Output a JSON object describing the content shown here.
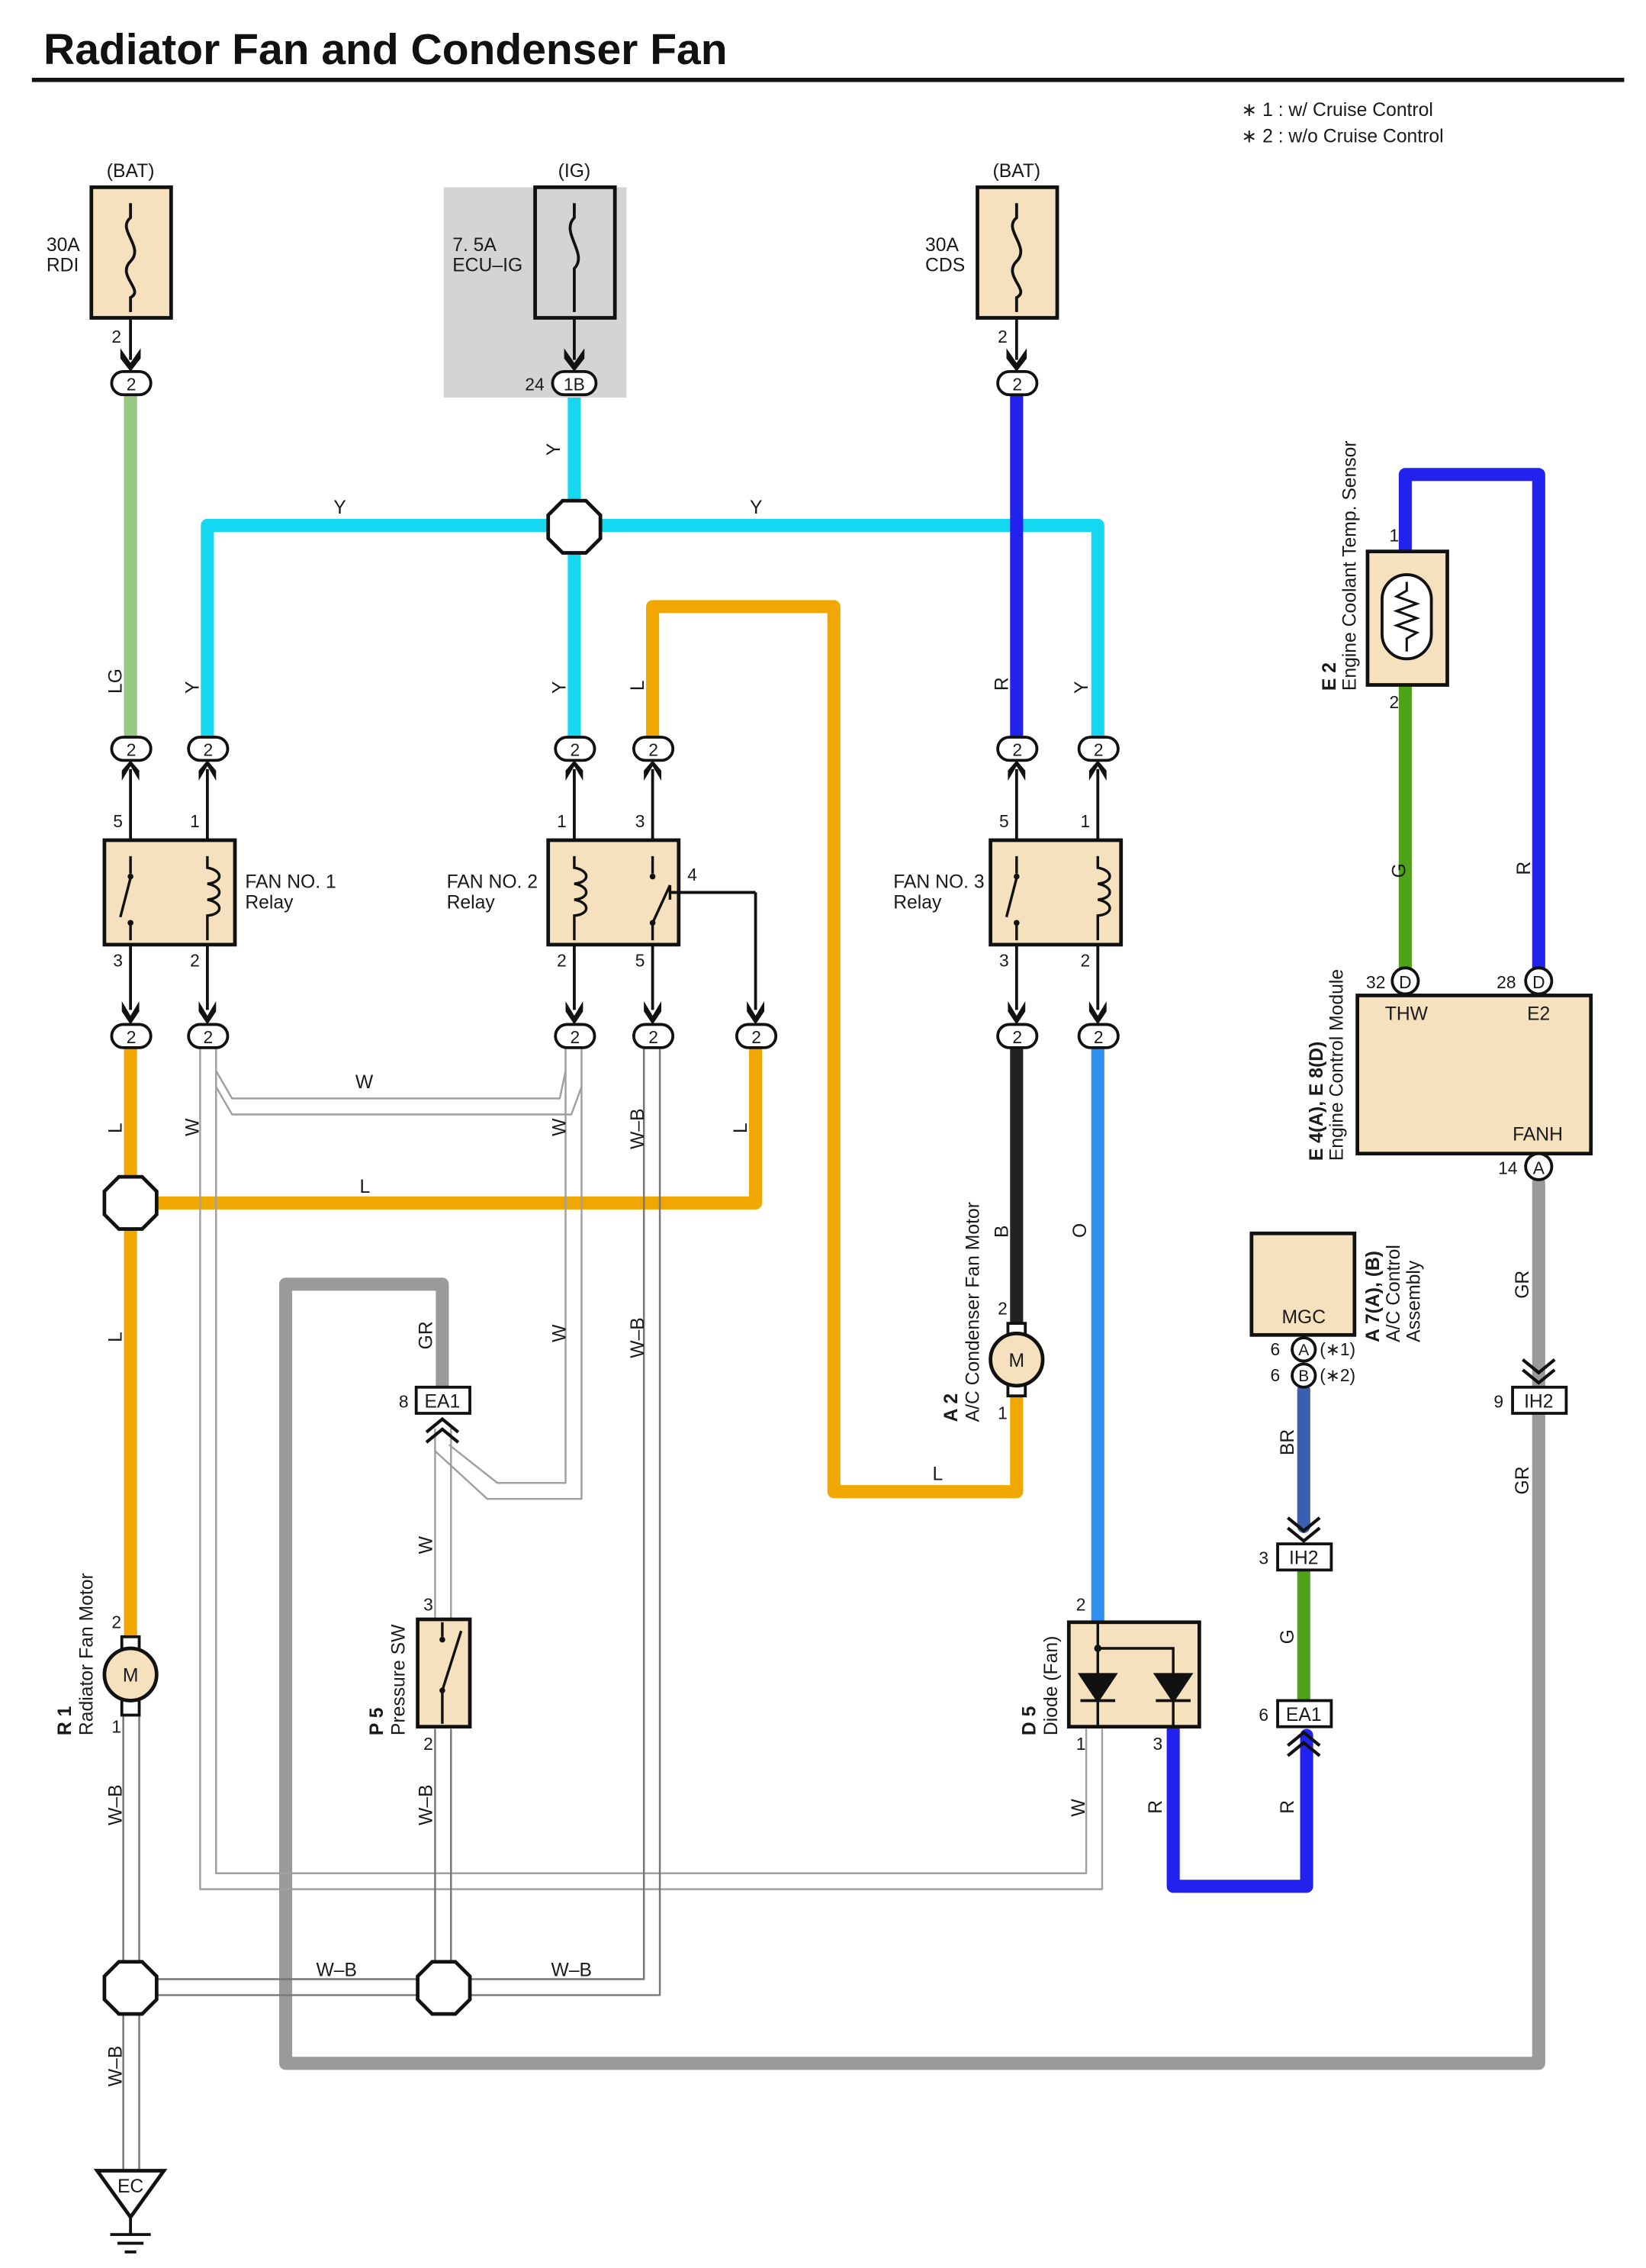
{
  "title": "Radiator Fan and Condenser Fan",
  "notes": [
    "∗ 1 : w/ Cruise Control",
    "∗ 2 : w/o Cruise Control"
  ],
  "colors": {
    "yellow_wire": "#16d7f0",
    "orange_wire": "#f0a800",
    "blue_wire": "#2222ee",
    "light_blue_wire": "#2f8ff0",
    "green_wire": "#4ea318",
    "light_green_wire": "#98c980",
    "gray_wire": "#9a9a9a",
    "black_wire": "#222222",
    "brown_wire": "#3b5fb0",
    "component_fill": "#f5e1bd",
    "ig_box_fill": "#d4d4d4"
  },
  "fuses": [
    {
      "source": "(BAT)",
      "amp": "30A",
      "name": "RDI",
      "pin": "2",
      "conn": "2"
    },
    {
      "source": "(IG)",
      "amp": "7. 5A",
      "name": "ECU–IG",
      "pin": "24",
      "conn": "1B"
    },
    {
      "source": "(BAT)",
      "amp": "30A",
      "name": "CDS",
      "pin": "2",
      "conn": "2"
    }
  ],
  "relays": [
    {
      "line1": "FAN NO. 1",
      "line2": "Relay",
      "pins": [
        "5",
        "1",
        "3",
        "2"
      ]
    },
    {
      "line1": "FAN NO. 2",
      "line2": "Relay",
      "pins": [
        "1",
        "3",
        "4",
        "2",
        "5"
      ]
    },
    {
      "line1": "FAN NO. 3",
      "line2": "Relay",
      "pins": [
        "5",
        "1",
        "3",
        "2"
      ]
    }
  ],
  "ecm": {
    "code": "E 4(A), E 8(D)",
    "name": "Engine Control Module",
    "terminals": [
      {
        "pin": "32",
        "conn": "D",
        "name": "THW"
      },
      {
        "pin": "28",
        "conn": "D",
        "name": "E2"
      },
      {
        "pin": "14",
        "conn": "A",
        "name": "FANH"
      }
    ]
  },
  "sensor": {
    "code": "E 2",
    "name": "Engine Coolant Temp. Sensor",
    "pins": [
      "1",
      "2"
    ]
  },
  "ac_control": {
    "code": "A 7(A), (B)",
    "name": "A/C Control",
    "name2": "Assembly",
    "terminal": "MGC",
    "pins": [
      {
        "pin": "6",
        "conn": "A",
        "note": "(∗1)"
      },
      {
        "pin": "6",
        "conn": "B",
        "note": "(∗2)"
      }
    ]
  },
  "condenser_motor": {
    "code": "A 2",
    "name": "A/C Condenser Fan Motor",
    "symbol": "M",
    "pins": [
      "2",
      "1"
    ]
  },
  "radiator_motor": {
    "code": "R 1",
    "name": "Radiator Fan Motor",
    "symbol": "M",
    "pins": [
      "2",
      "1"
    ]
  },
  "pressure_sw": {
    "code": "P 5",
    "name": "Pressure SW",
    "pins": [
      "3",
      "2"
    ]
  },
  "diode": {
    "code": "D 5",
    "name": "Diode (Fan)",
    "pins": [
      "2",
      "1",
      "3"
    ]
  },
  "connectors": [
    {
      "pin": "8",
      "name": "EA1"
    },
    {
      "pin": "9",
      "name": "IH2"
    },
    {
      "pin": "3",
      "name": "IH2"
    },
    {
      "pin": "6",
      "name": "EA1"
    }
  ],
  "ground": "EC",
  "wire_labels": {
    "Y": "Y",
    "LG": "LG",
    "L": "L",
    "R": "R",
    "W": "W",
    "WB": "W–B",
    "B": "B",
    "O": "O",
    "GR": "GR",
    "G": "G",
    "BR": "BR"
  },
  "conn_label": "2"
}
